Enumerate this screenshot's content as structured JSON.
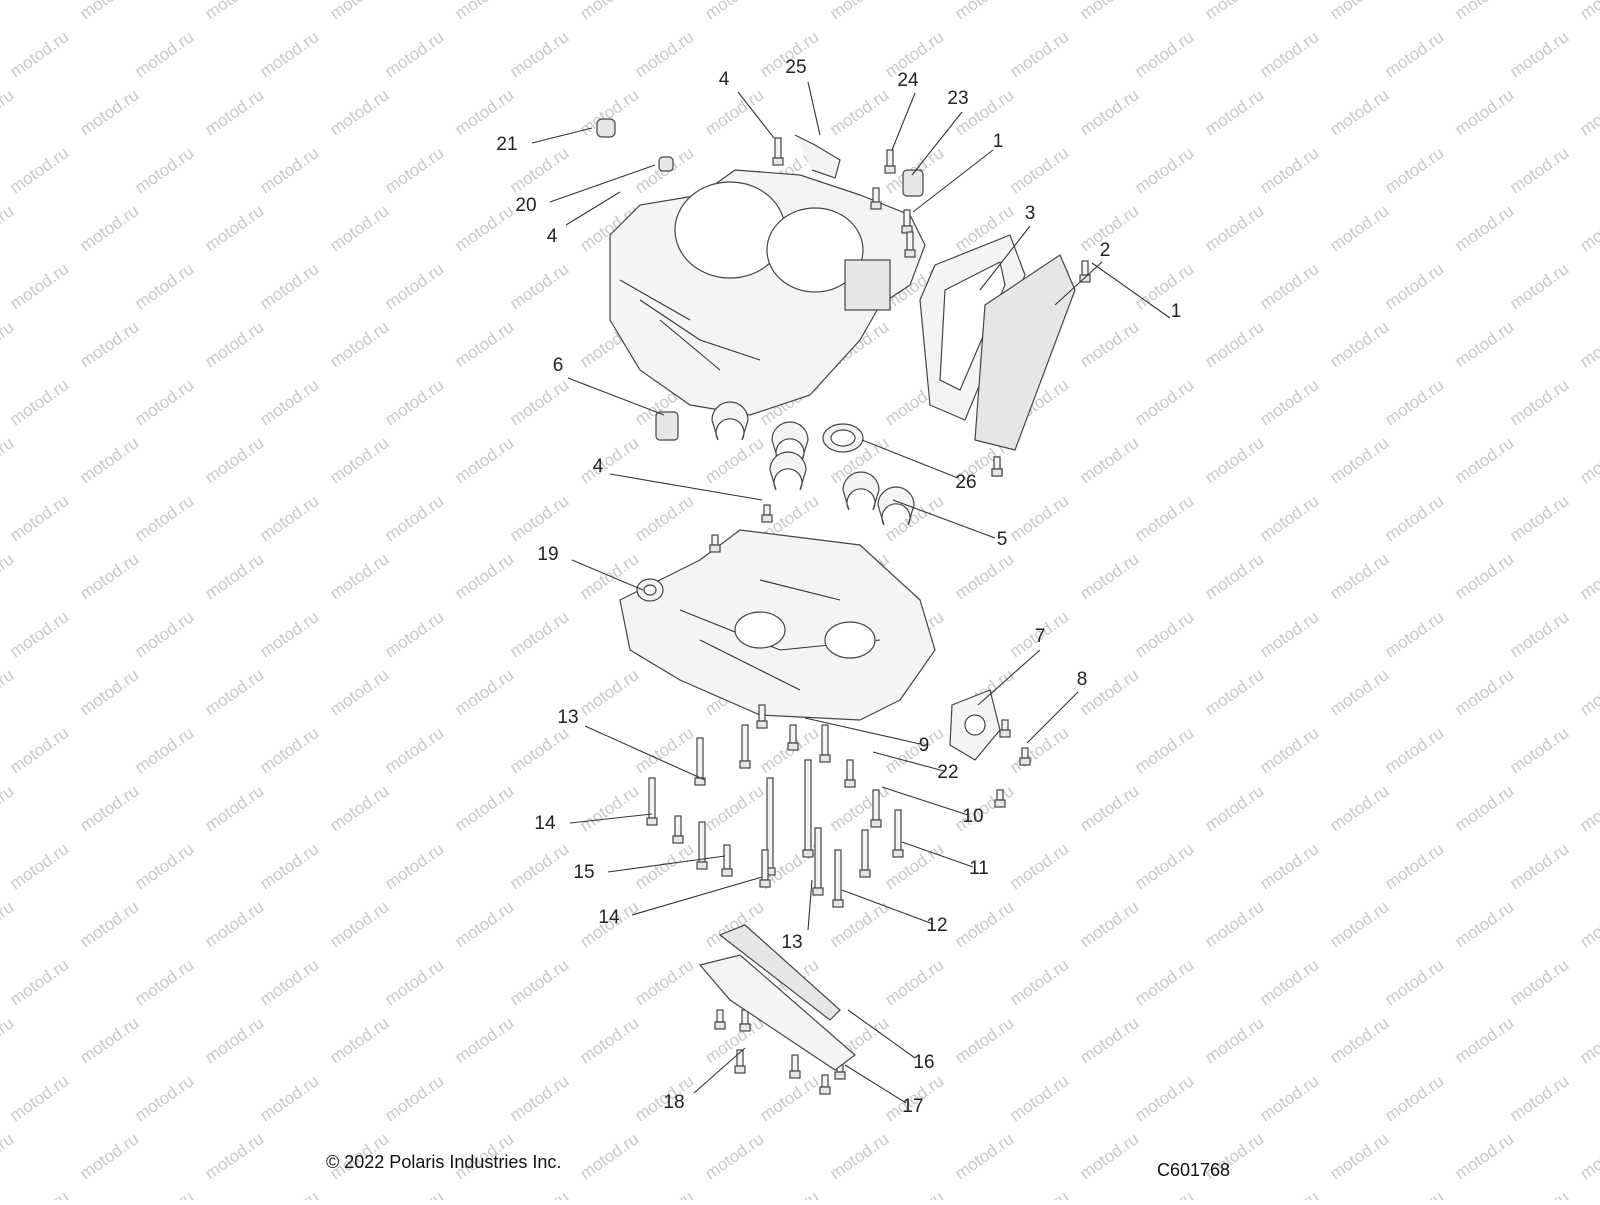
{
  "watermark": "motod.ru",
  "copyright": "© 2022 Polaris Industries Inc.",
  "figure_code": "C601768",
  "callouts": [
    "21",
    "20",
    "4",
    "4",
    "25",
    "24",
    "23",
    "1",
    "3",
    "2",
    "1",
    "6",
    "26",
    "4",
    "5",
    "19",
    "7",
    "8",
    "9",
    "22",
    "13",
    "10",
    "14",
    "11",
    "15",
    "14",
    "12",
    "13",
    "16",
    "17",
    "18"
  ]
}
